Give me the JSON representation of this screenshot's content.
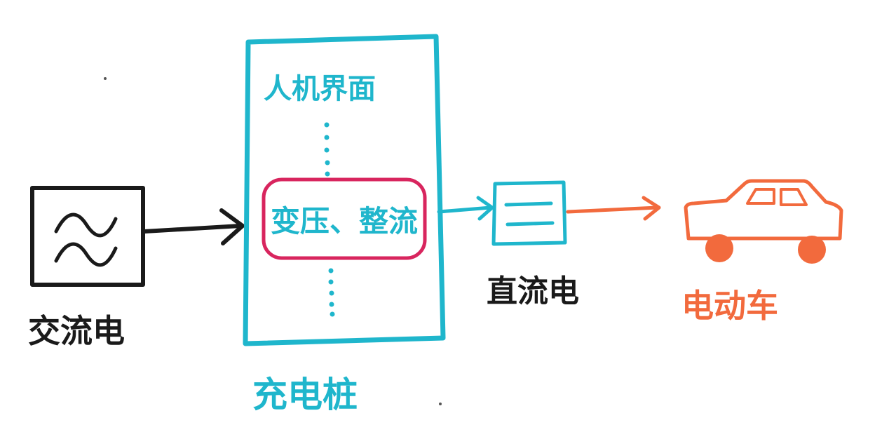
{
  "colors": {
    "ink": "#1a1a1a",
    "cyan": "#1fb6cc",
    "magenta": "#d8255e",
    "orange": "#f26a3d"
  },
  "icons": {
    "ac_source": "sine-wave-icon",
    "dc_output": "dc-lines-icon",
    "vehicle": "car-icon"
  },
  "labels": {
    "ac": "交流电",
    "charger": "充电桩",
    "hmi": "人机界面",
    "conversion": "变压、整流",
    "dc": "直流电",
    "ev": "电动车"
  }
}
